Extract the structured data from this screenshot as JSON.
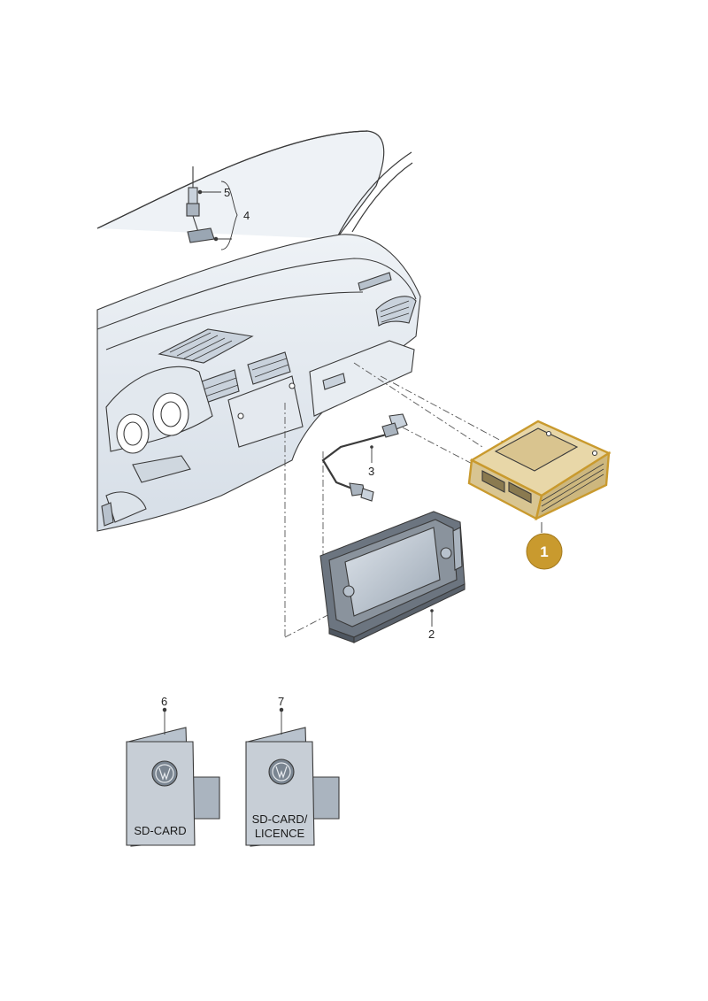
{
  "parts": [
    {
      "id": "1",
      "highlighted": true
    },
    {
      "id": "2"
    },
    {
      "id": "3"
    },
    {
      "id": "4"
    },
    {
      "id": "5"
    },
    {
      "id": "6"
    },
    {
      "id": "7"
    }
  ],
  "cards": [
    {
      "lines": [
        "SD-CARD"
      ]
    },
    {
      "lines": [
        "SD-CARD/",
        "LICENCE"
      ]
    }
  ],
  "colors": {
    "highlight": "#c99a2e",
    "highlight_fill": "#e8d7a8",
    "line": "#3a3a3a",
    "shade": "#dfe6ee",
    "card": "#c7ced6"
  }
}
